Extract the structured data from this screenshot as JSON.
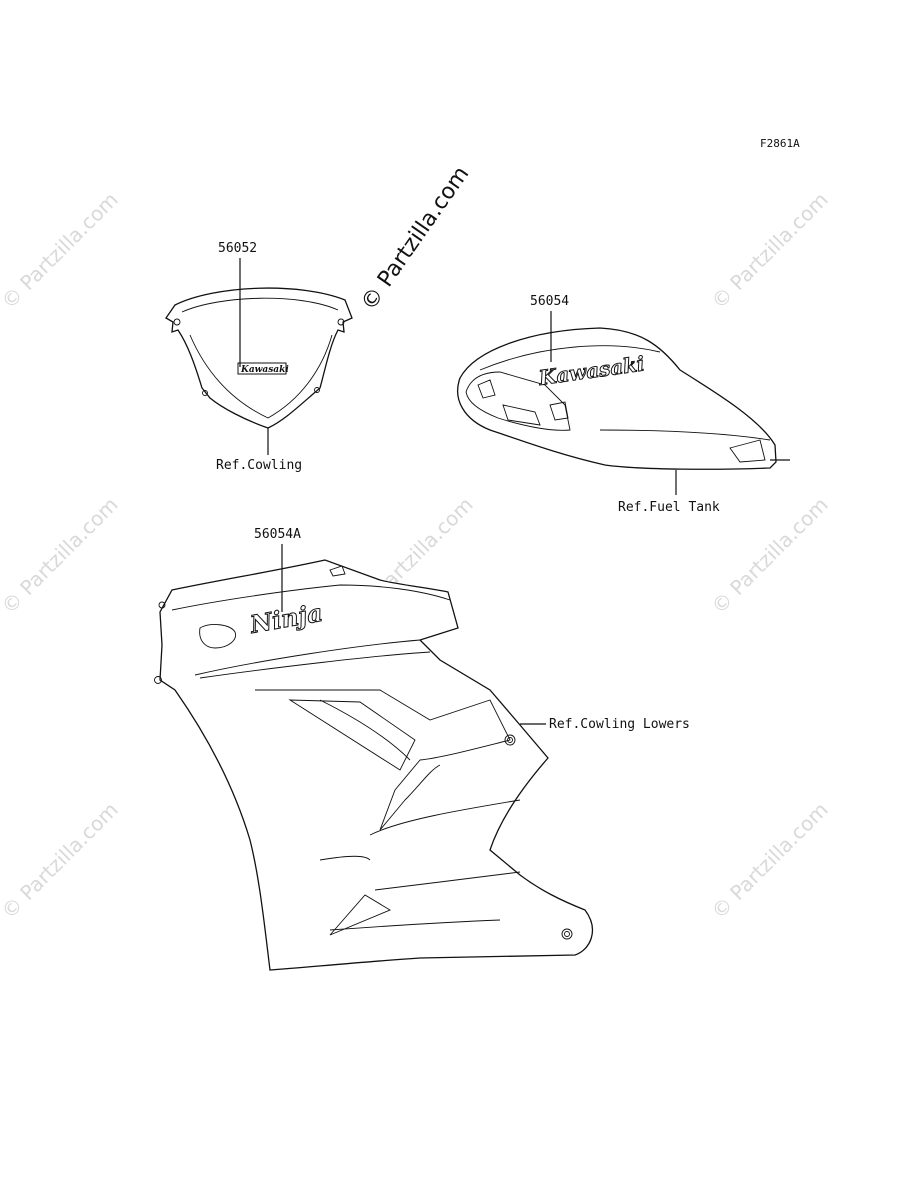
{
  "figure_code": "F2861A",
  "watermark": {
    "text": "© Partzilla.com",
    "main_text": "© Partzilla.com"
  },
  "parts": [
    {
      "part_number": "56052",
      "ref_label": "Ref.Cowling",
      "emblem_text": "Kawasaki"
    },
    {
      "part_number": "56054",
      "ref_label": "Ref.Fuel Tank",
      "emblem_text": "Kawasaki"
    },
    {
      "part_number": "56054A",
      "ref_label": "Ref.Cowling Lowers",
      "emblem_text": "Ninja"
    }
  ],
  "colors": {
    "line": "#111111",
    "watermark": "#d9d9d9",
    "background": "#ffffff"
  }
}
